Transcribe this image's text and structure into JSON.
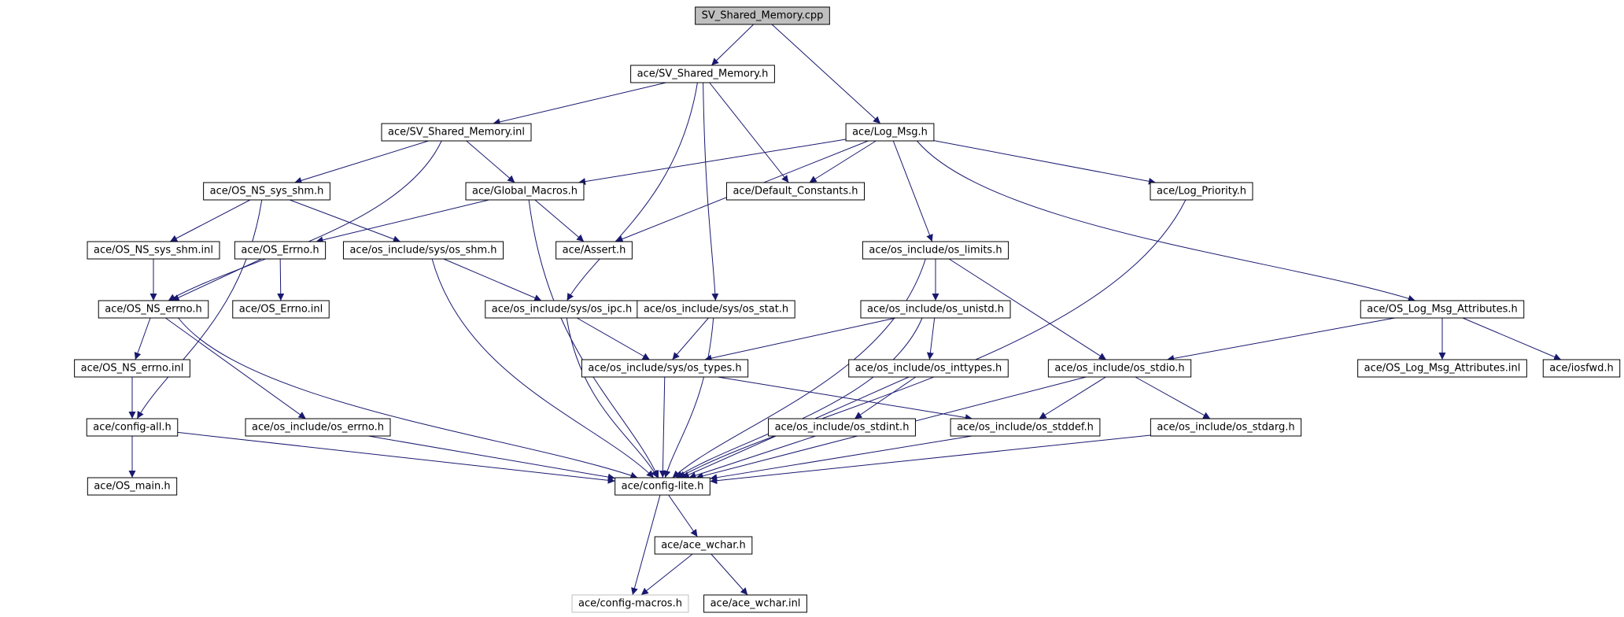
{
  "colors": {
    "edge": "#191970",
    "node_border": "#000000",
    "root_fill": "#bfbfbf",
    "node_fill": "#ffffff",
    "external_border": "#bfbfbf"
  },
  "nodes": [
    {
      "id": "sv_cpp",
      "label": "SV_Shared_Memory.cpp",
      "kind": "root"
    },
    {
      "id": "sv_h",
      "label": "ace/SV_Shared_Memory.h"
    },
    {
      "id": "sv_inl",
      "label": "ace/SV_Shared_Memory.inl"
    },
    {
      "id": "logmsg",
      "label": "ace/Log_Msg.h"
    },
    {
      "id": "ns_shm",
      "label": "ace/OS_NS_sys_shm.h"
    },
    {
      "id": "gmacros",
      "label": "ace/Global_Macros.h"
    },
    {
      "id": "defconst",
      "label": "ace/Default_Constants.h"
    },
    {
      "id": "logprio",
      "label": "ace/Log_Priority.h"
    },
    {
      "id": "ns_shm_inl",
      "label": "ace/OS_NS_sys_shm.inl"
    },
    {
      "id": "errno_h",
      "label": "ace/OS_Errno.h"
    },
    {
      "id": "sys_shm",
      "label": "ace/os_include/sys/os_shm.h"
    },
    {
      "id": "assert",
      "label": "ace/Assert.h"
    },
    {
      "id": "limits",
      "label": "ace/os_include/os_limits.h"
    },
    {
      "id": "ns_errno",
      "label": "ace/OS_NS_errno.h"
    },
    {
      "id": "errno_inl",
      "label": "ace/OS_Errno.inl"
    },
    {
      "id": "sys_ipc",
      "label": "ace/os_include/sys/os_ipc.h"
    },
    {
      "id": "sys_stat",
      "label": "ace/os_include/sys/os_stat.h"
    },
    {
      "id": "unistd",
      "label": "ace/os_include/os_unistd.h"
    },
    {
      "id": "lm_attr",
      "label": "ace/OS_Log_Msg_Attributes.h"
    },
    {
      "id": "ns_errno_inl",
      "label": "ace/OS_NS_errno.inl"
    },
    {
      "id": "sys_types",
      "label": "ace/os_include/sys/os_types.h"
    },
    {
      "id": "inttypes",
      "label": "ace/os_include/os_inttypes.h"
    },
    {
      "id": "stdio",
      "label": "ace/os_include/os_stdio.h"
    },
    {
      "id": "lm_attr_inl",
      "label": "ace/OS_Log_Msg_Attributes.inl"
    },
    {
      "id": "iosfwd",
      "label": "ace/iosfwd.h"
    },
    {
      "id": "cfg_all",
      "label": "ace/config-all.h"
    },
    {
      "id": "os_errno",
      "label": "ace/os_include/os_errno.h"
    },
    {
      "id": "stdint",
      "label": "ace/os_include/os_stdint.h"
    },
    {
      "id": "stddef",
      "label": "ace/os_include/os_stddef.h"
    },
    {
      "id": "stdarg",
      "label": "ace/os_include/os_stdarg.h"
    },
    {
      "id": "os_main",
      "label": "ace/OS_main.h"
    },
    {
      "id": "cfg_lite",
      "label": "ace/config-lite.h"
    },
    {
      "id": "wchar_h",
      "label": "ace/ace_wchar.h"
    },
    {
      "id": "cfg_macros",
      "label": "ace/config-macros.h",
      "kind": "external"
    },
    {
      "id": "wchar_inl",
      "label": "ace/ace_wchar.inl"
    }
  ],
  "edges": [
    [
      "sv_cpp",
      "sv_h"
    ],
    [
      "sv_cpp",
      "logmsg"
    ],
    [
      "sv_h",
      "sv_inl"
    ],
    [
      "sv_h",
      "defconst"
    ],
    [
      "sv_h",
      "sys_ipc"
    ],
    [
      "sv_h",
      "sys_stat"
    ],
    [
      "sv_inl",
      "ns_shm"
    ],
    [
      "sv_inl",
      "gmacros"
    ],
    [
      "sv_inl",
      "ns_errno"
    ],
    [
      "logmsg",
      "gmacros"
    ],
    [
      "logmsg",
      "defconst"
    ],
    [
      "logmsg",
      "logprio"
    ],
    [
      "logmsg",
      "assert"
    ],
    [
      "logmsg",
      "limits"
    ],
    [
      "logmsg",
      "lm_attr"
    ],
    [
      "ns_shm",
      "ns_shm_inl"
    ],
    [
      "ns_shm",
      "sys_shm"
    ],
    [
      "ns_shm",
      "cfg_all"
    ],
    [
      "gmacros",
      "errno_h"
    ],
    [
      "gmacros",
      "assert"
    ],
    [
      "gmacros",
      "cfg_lite"
    ],
    [
      "logprio",
      "cfg_lite"
    ],
    [
      "ns_shm_inl",
      "ns_errno"
    ],
    [
      "errno_h",
      "ns_errno"
    ],
    [
      "errno_h",
      "errno_inl"
    ],
    [
      "sys_shm",
      "sys_ipc"
    ],
    [
      "sys_shm",
      "cfg_lite"
    ],
    [
      "limits",
      "unistd"
    ],
    [
      "limits",
      "stdio"
    ],
    [
      "limits",
      "cfg_lite"
    ],
    [
      "ns_errno",
      "ns_errno_inl"
    ],
    [
      "ns_errno",
      "os_errno"
    ],
    [
      "ns_errno",
      "cfg_lite"
    ],
    [
      "sys_ipc",
      "sys_types"
    ],
    [
      "sys_ipc",
      "cfg_lite"
    ],
    [
      "sys_stat",
      "sys_types"
    ],
    [
      "sys_stat",
      "cfg_lite"
    ],
    [
      "unistd",
      "sys_types"
    ],
    [
      "unistd",
      "inttypes"
    ],
    [
      "unistd",
      "cfg_lite"
    ],
    [
      "lm_attr",
      "stdio"
    ],
    [
      "lm_attr",
      "lm_attr_inl"
    ],
    [
      "lm_attr",
      "iosfwd"
    ],
    [
      "ns_errno_inl",
      "cfg_all"
    ],
    [
      "sys_types",
      "stddef"
    ],
    [
      "sys_types",
      "cfg_lite"
    ],
    [
      "inttypes",
      "stdint"
    ],
    [
      "inttypes",
      "cfg_lite"
    ],
    [
      "stdio",
      "stddef"
    ],
    [
      "stdio",
      "stdarg"
    ],
    [
      "stdio",
      "cfg_lite"
    ],
    [
      "cfg_all",
      "os_main"
    ],
    [
      "cfg_all",
      "cfg_lite"
    ],
    [
      "os_errno",
      "cfg_lite"
    ],
    [
      "stdint",
      "cfg_lite"
    ],
    [
      "stddef",
      "cfg_lite"
    ],
    [
      "stdarg",
      "cfg_lite"
    ],
    [
      "cfg_lite",
      "wchar_h"
    ],
    [
      "cfg_lite",
      "cfg_macros"
    ],
    [
      "wchar_h",
      "cfg_macros"
    ],
    [
      "wchar_h",
      "wchar_inl"
    ]
  ]
}
